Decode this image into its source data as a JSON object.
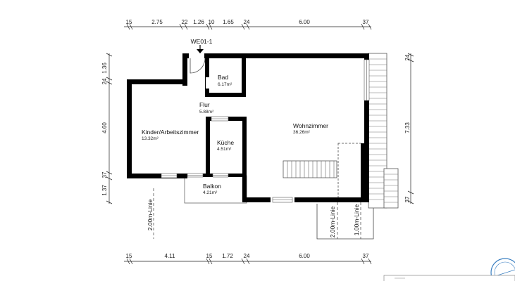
{
  "plan": {
    "unit_label": "WE01-1",
    "rooms": [
      {
        "id": "bad",
        "name": "Bad",
        "area": "6.17m²"
      },
      {
        "id": "flur",
        "name": "Flur",
        "area": "5.88m²"
      },
      {
        "id": "kinder",
        "name": "Kinder/Arbeitszimmer",
        "area": "13.32m²"
      },
      {
        "id": "kueche",
        "name": "Küche",
        "area": "4.51m²"
      },
      {
        "id": "wohn",
        "name": "Wohnzimmer",
        "area": "36.26m²"
      },
      {
        "id": "balkon",
        "name": "Balkon",
        "area": "4.21m²"
      }
    ],
    "lines": {
      "left": "2.00m-Linie",
      "mid": "2.00m-Linie",
      "right": "1.00m-Linie"
    },
    "dims_top": [
      "15",
      "2.75",
      "22",
      "1.26",
      "10",
      "1.65",
      "24",
      "6.00",
      "37"
    ],
    "dims_bottom": [
      "15",
      "4.11",
      "15",
      "1.72",
      "24",
      "6.00",
      "37"
    ],
    "dims_left": [
      "1.36",
      "24",
      "4.60",
      "37",
      "1.37"
    ],
    "dims_right": [
      "24",
      "7.33",
      "37"
    ]
  }
}
